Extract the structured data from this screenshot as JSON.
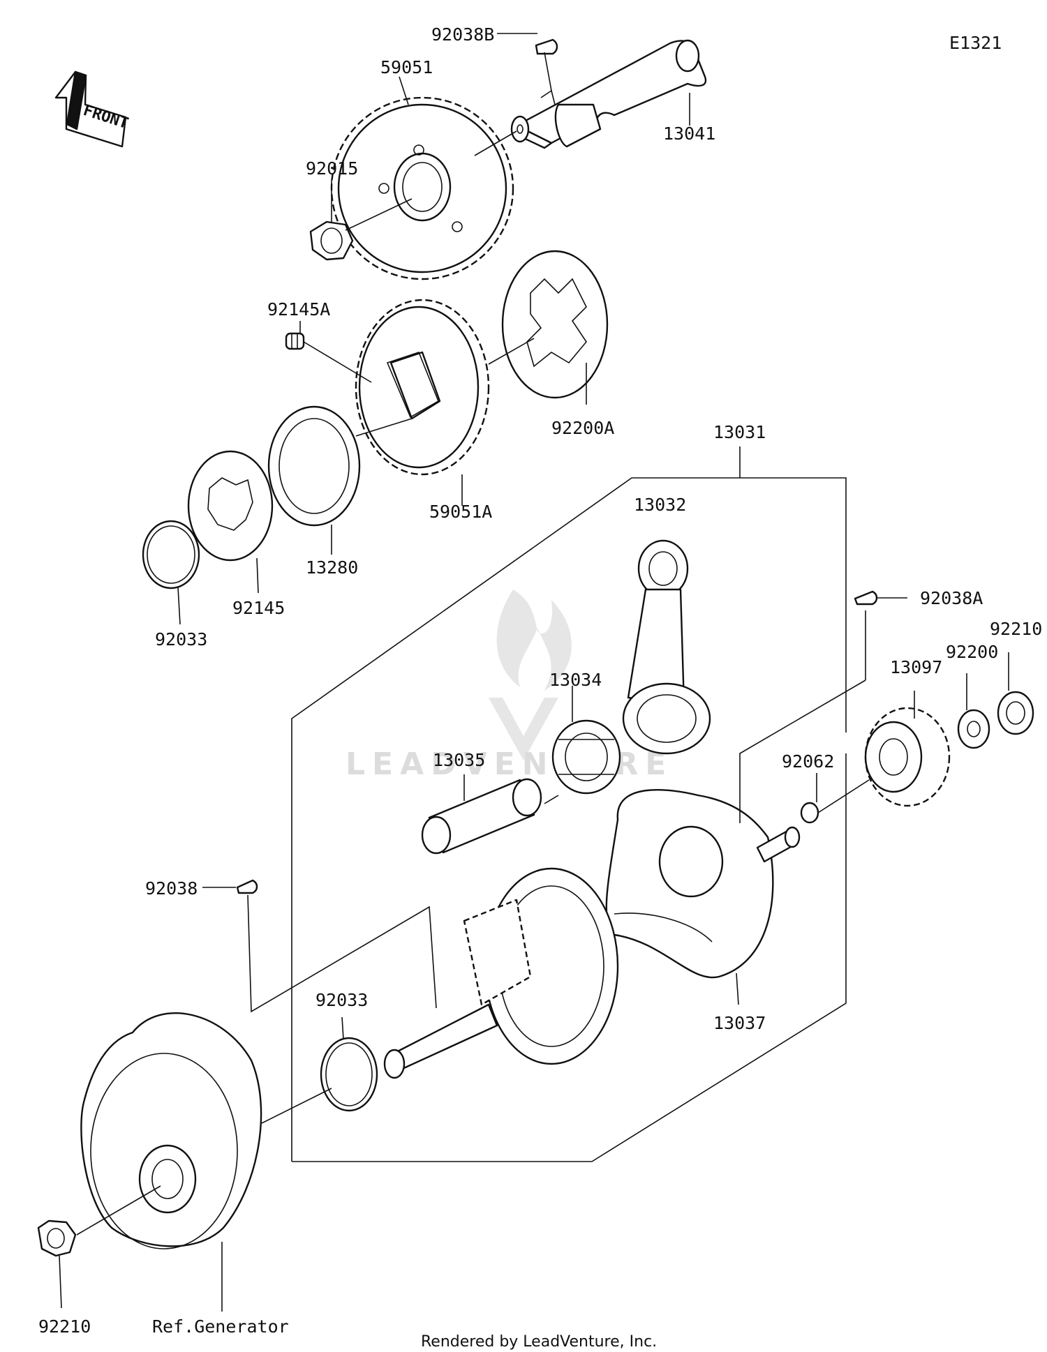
{
  "diagram_id": "E1321",
  "front_label": "FRONT",
  "watermark": "LEADVENTURE",
  "footer": "Rendered by LeadVenture, Inc.",
  "parts": {
    "p92038B": "92038B",
    "p59051": "59051",
    "p13041": "13041",
    "p92015": "92015",
    "p92145A": "92145A",
    "p92200A": "92200A",
    "p13031": "13031",
    "p59051A": "59051A",
    "p13280": "13280",
    "p92145": "92145",
    "p92033a": "92033",
    "p13032": "13032",
    "p92038A": "92038A",
    "p92210a": "92210",
    "p92200": "92200",
    "p13097": "13097",
    "p13034": "13034",
    "p13035": "13035",
    "p92062": "92062",
    "p92038": "92038",
    "p92033b": "92033",
    "p13037": "13037",
    "p92210b": "92210",
    "refGenerator": "Ref.Generator"
  }
}
